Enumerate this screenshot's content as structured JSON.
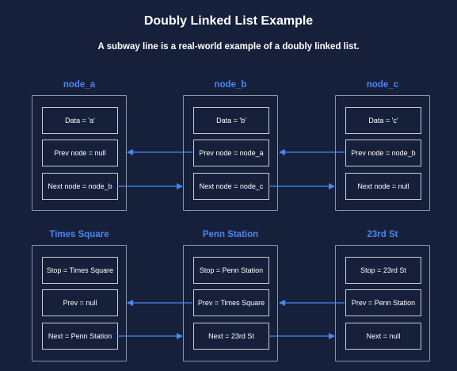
{
  "title": "Doubly Linked List Example",
  "subtitle": "A subway line is a real-world example of a doubly linked list.",
  "colors": {
    "background": "#16203a",
    "accent": "#4b86f5",
    "border": "#8b94a8"
  },
  "lists": [
    {
      "nodes": [
        {
          "label": "node_a",
          "data": "Data = 'a'",
          "prev": "Prev node = null",
          "next": "Next node = node_b"
        },
        {
          "label": "node_b",
          "data": "Data = 'b'",
          "prev": "Prev node = node_a",
          "next": "Next node = node_c"
        },
        {
          "label": "node_c",
          "data": "Data = 'c'",
          "prev": "Prev node = node_b",
          "next": "Next node = null"
        }
      ]
    },
    {
      "nodes": [
        {
          "label": "Times Square",
          "data": "Stop = Times Square",
          "prev": "Prev = null",
          "next": "Next = Penn Station"
        },
        {
          "label": "Penn Station",
          "data": "Stop = Penn Station",
          "prev": "Prev = Times Square",
          "next": "Next = 23rd St"
        },
        {
          "label": "23rd St",
          "data": "Stop = 23rd St",
          "prev": "Prev = Penn Station",
          "next": "Next = null"
        }
      ]
    }
  ]
}
